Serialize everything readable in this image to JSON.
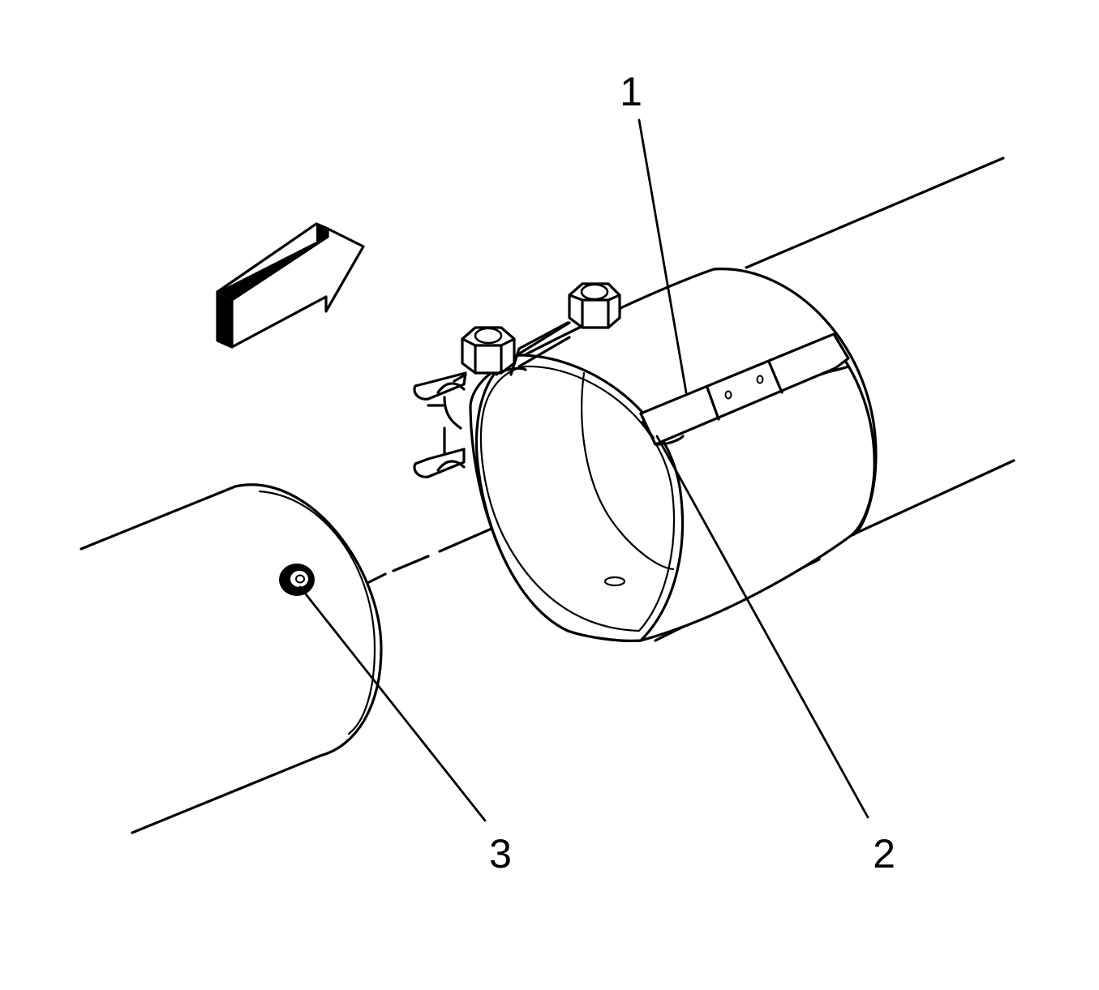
{
  "callouts": [
    {
      "id": "1",
      "label": "1"
    },
    {
      "id": "2",
      "label": "2"
    },
    {
      "id": "3",
      "label": "3"
    }
  ],
  "colors": {
    "line": "#000000",
    "background": "#ffffff"
  },
  "icons": {
    "direction_arrow": "direction-arrow-icon"
  }
}
